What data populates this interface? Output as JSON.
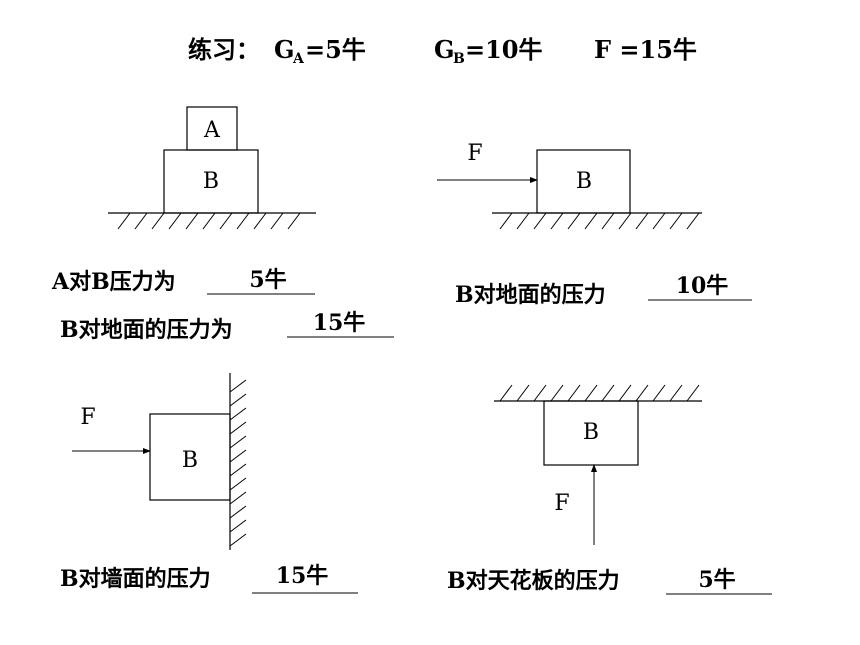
{
  "title": {
    "prefix": "练习：",
    "ga_g": "G",
    "ga_sub": "A",
    "ga_val": "=5牛",
    "gb_g": "G",
    "gb_sub": "B",
    "gb_val": "=10牛",
    "f_text": "F =15牛"
  },
  "diagrams": {
    "stack": {
      "block_a": "A",
      "block_b": "B"
    },
    "pushed": {
      "force": "F",
      "block": "B"
    },
    "wall": {
      "force": "F",
      "block": "B"
    },
    "ceiling": {
      "force": "F",
      "block": "B"
    }
  },
  "questions": {
    "q1": {
      "text": "A对B压力为",
      "answer": "5牛"
    },
    "q2": {
      "text": "B对地面的压力为",
      "answer": "15牛"
    },
    "q3": {
      "text": "B对地面的压力",
      "answer": "10牛"
    },
    "q4": {
      "text": "B对墙面的压力",
      "answer": "15牛"
    },
    "q5": {
      "text": "B对天花板的压力",
      "answer": "5牛"
    }
  }
}
